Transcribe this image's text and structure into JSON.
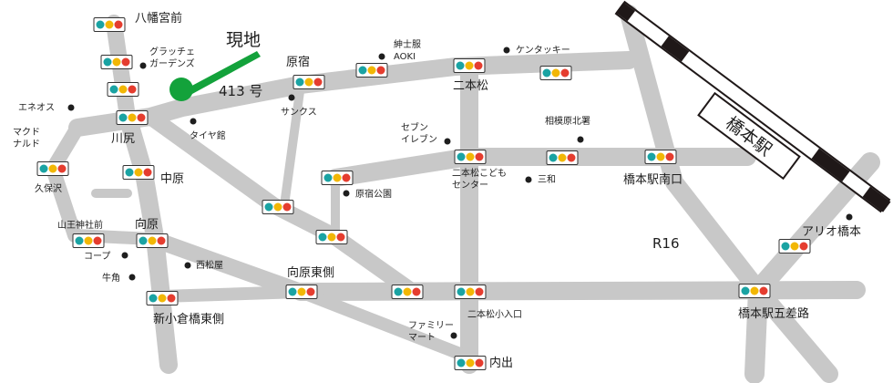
{
  "colors": {
    "road": "#c8c8c8",
    "rail_light": "#ffffff",
    "rail_dark": "#1f1818",
    "signal_teal": "#1aa3a3",
    "signal_yellow": "#f2b705",
    "signal_red": "#e53d2f",
    "site": "#13a23b",
    "landmark_dot": "#1e1e1e"
  },
  "site": {
    "label": "現地"
  },
  "route_label": "413 号",
  "highway_label": "R16",
  "station": {
    "label": "橋本駅"
  },
  "intersections": [
    {
      "id": "hachimangu-mae",
      "label": "八幡宮前"
    },
    {
      "id": "harajuku",
      "label": "原宿"
    },
    {
      "id": "nihonmatsu",
      "label": "二本松"
    },
    {
      "id": "kawajiri",
      "label": "川尻"
    },
    {
      "id": "kubosawa",
      "label": "久保沢"
    },
    {
      "id": "nakahara",
      "label": "中原"
    },
    {
      "id": "sanno-jinja-mae",
      "label": "山王神社前"
    },
    {
      "id": "mukaihara",
      "label": "向原"
    },
    {
      "id": "nihonmatsu-kodomo-center",
      "label": "二本松こども\nセンター"
    },
    {
      "id": "hashimoto-eki-minamiguchi",
      "label": "橋本駅南口"
    },
    {
      "id": "mukaihara-higashigawa",
      "label": "向原東側"
    },
    {
      "id": "shin-ogurabashi-higashigawa",
      "label": "新小倉橋東側"
    },
    {
      "id": "nihonmatsu-shoiriguchi",
      "label": "二本松小入口"
    },
    {
      "id": "uchide",
      "label": "内出"
    },
    {
      "id": "hashimoto-eki-gosaro",
      "label": "橋本駅五差路"
    }
  ],
  "landmarks": [
    {
      "id": "gracie-gardens",
      "label": "グラッチェ\nガーデンズ"
    },
    {
      "id": "shinshifuku-aoki",
      "label": "紳士服\nAOKI"
    },
    {
      "id": "kentucky",
      "label": "ケンタッキー"
    },
    {
      "id": "eneos",
      "label": "エネオス"
    },
    {
      "id": "sunkus",
      "label": "サンクス"
    },
    {
      "id": "tire-kan",
      "label": "タイヤ館"
    },
    {
      "id": "mcdonalds",
      "label": "マクド\nナルド"
    },
    {
      "id": "sagamihara-kita-police",
      "label": "相模原北署"
    },
    {
      "id": "seven-eleven",
      "label": "セブン\nイレブン"
    },
    {
      "id": "sanwa",
      "label": "三和"
    },
    {
      "id": "harajuku-park",
      "label": "原宿公園"
    },
    {
      "id": "coop",
      "label": "コープ"
    },
    {
      "id": "nishimatsuya",
      "label": "西松屋"
    },
    {
      "id": "gyukaku",
      "label": "牛角"
    },
    {
      "id": "family-mart",
      "label": "ファミリー\nマート"
    },
    {
      "id": "ario-hashimoto",
      "label": "アリオ橋本"
    }
  ]
}
